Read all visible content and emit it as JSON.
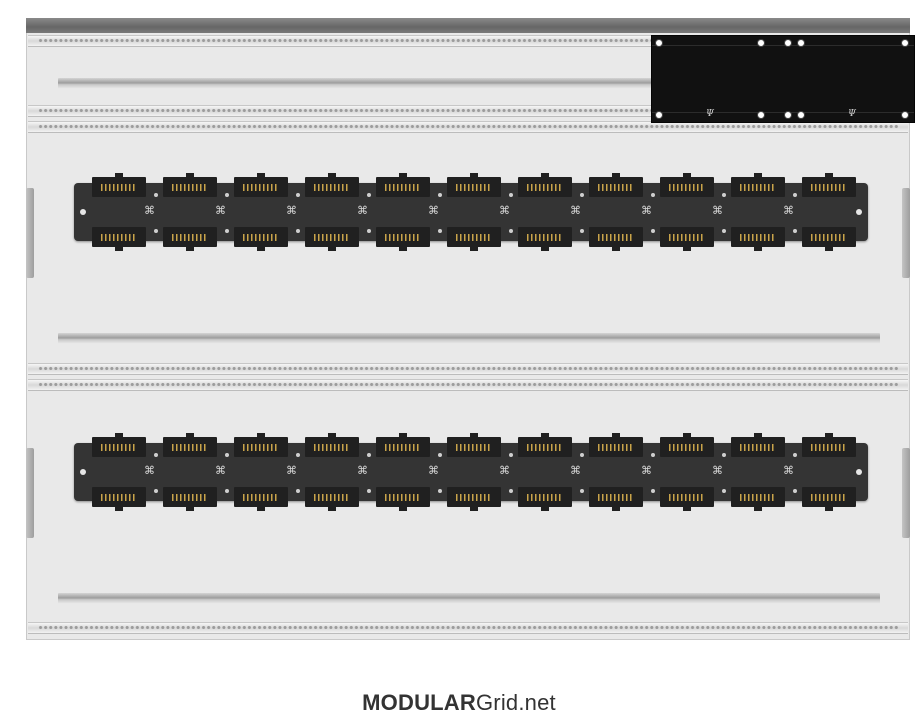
{
  "case": {
    "rows": 3,
    "colors": {
      "frame": "#e9e9e9",
      "module": "#111111",
      "busboard": "#343434",
      "pins": "#c9a44a"
    }
  },
  "top_row": {
    "module": {
      "color": "#111111",
      "logo_glyph": "Ψ"
    }
  },
  "busboards": [
    {
      "name": "row-2-busboard",
      "connectors": 11
    },
    {
      "name": "row-3-busboard",
      "connectors": 11
    }
  ],
  "brand": {
    "bold": "MODULAR",
    "regular": "Grid.net"
  }
}
